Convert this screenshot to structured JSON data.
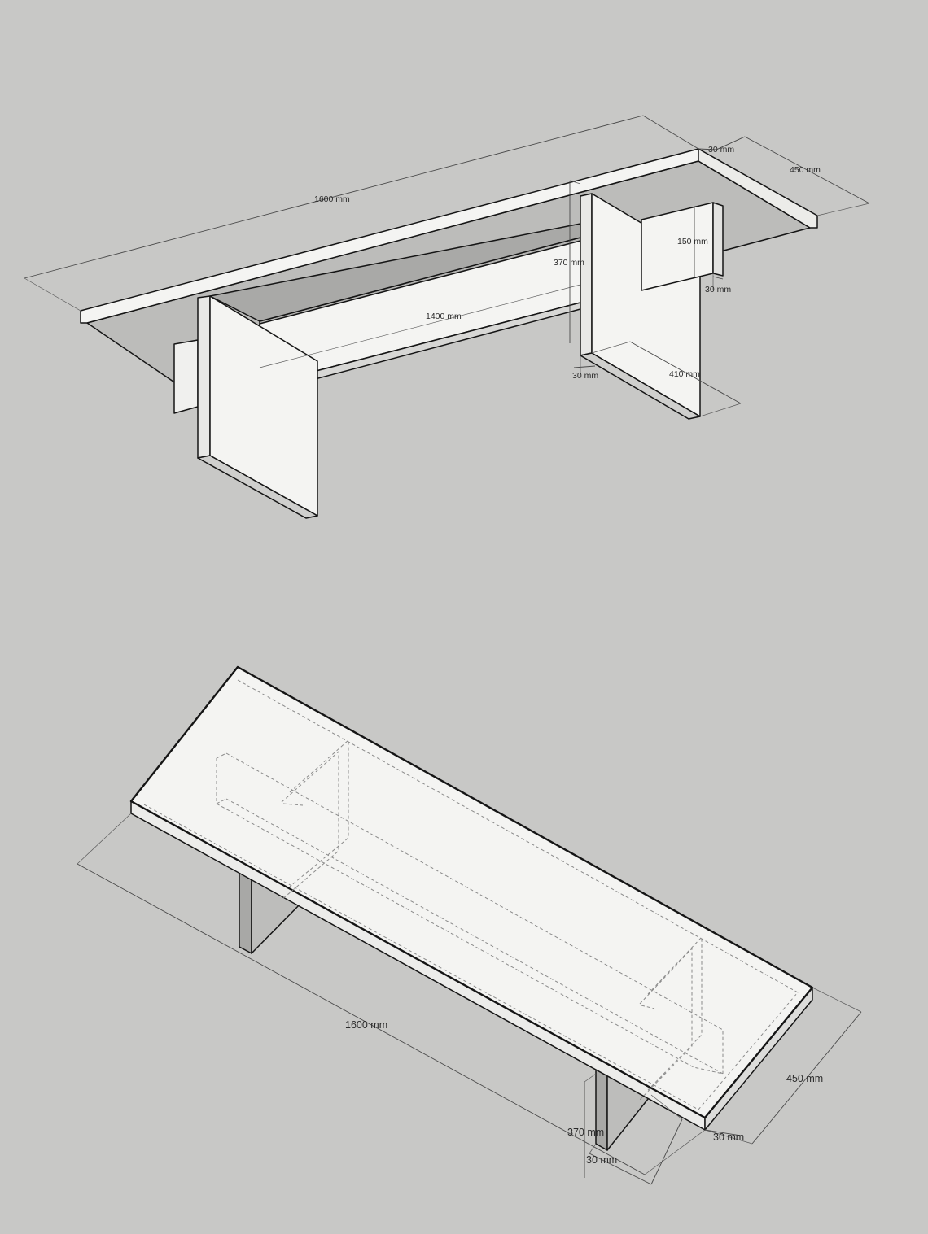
{
  "view_top": {
    "dim_length": "1600 mm",
    "dim_depth": "450 mm",
    "dim_top_thickness": "30 mm",
    "dim_beam_length": "1400 mm",
    "dim_leg_height": "370 mm",
    "dim_beam_height": "150 mm",
    "dim_beam_thickness": "30 mm",
    "dim_leg_thickness": "30 mm",
    "dim_leg_width": "410 mm"
  },
  "view_bottom": {
    "dim_length": "1600 mm",
    "dim_depth": "450 mm",
    "dim_top_thickness": "30 mm",
    "dim_leg_height": "370 mm",
    "dim_leg_thickness": "30 mm"
  },
  "colors": {
    "background": "#c8c8c6",
    "surface_light": "#f4f4f2",
    "surface_shade": "#bdbdbb",
    "surface_dark": "#a8a8a6",
    "line": "#151515",
    "hidden_line": "#8a8a8a"
  }
}
